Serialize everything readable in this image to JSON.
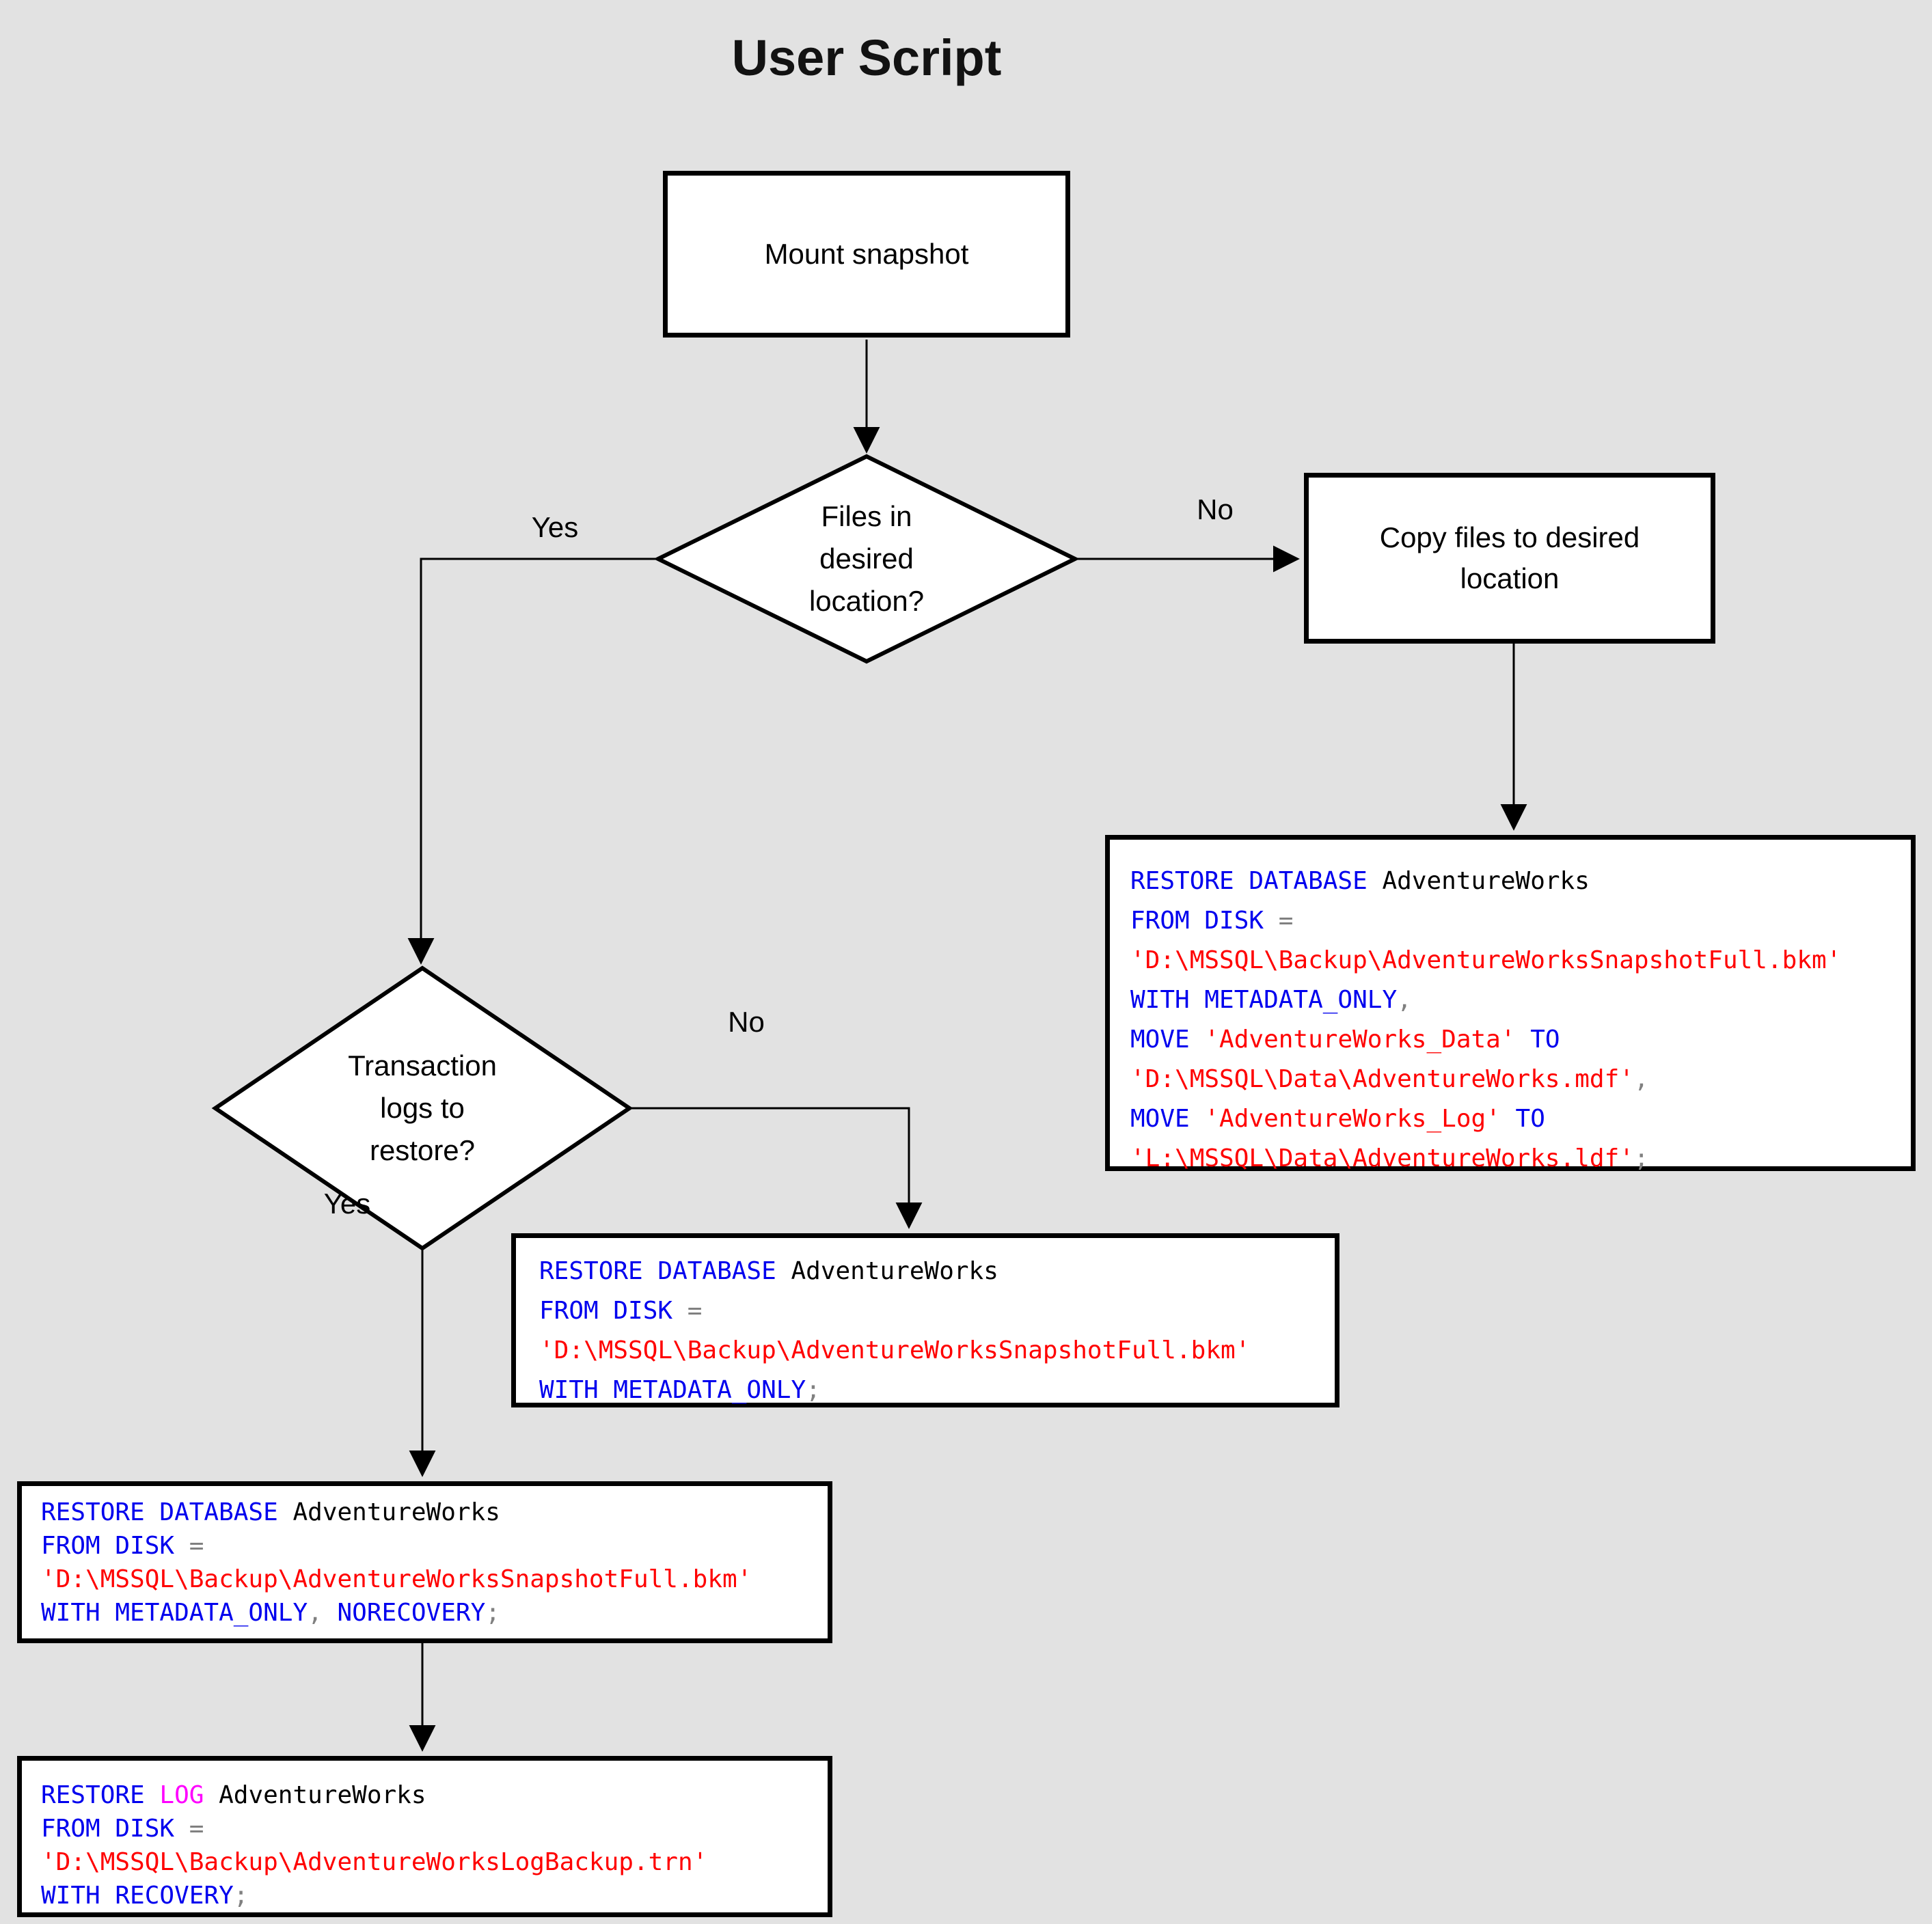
{
  "title": "User Script",
  "colors": {
    "background": "#e2e2e2",
    "shape_fill": "#ffffff",
    "shape_border": "#000000",
    "keyword_blue": "#0000ee",
    "string_red": "#ff0000",
    "operator_gray": "#808080",
    "identifier_black": "#000000",
    "log_magenta": "#ff00ff"
  },
  "nodes": {
    "mount": {
      "label": "Mount snapshot"
    },
    "files_decision": {
      "line1": "Files in",
      "line2": "desired",
      "line3": "location?"
    },
    "copy": {
      "line1": "Copy files to desired",
      "line2": "location"
    },
    "logs_decision": {
      "line1": "Transaction",
      "line2": "logs to",
      "line3": "restore?"
    }
  },
  "edge_labels": {
    "files_yes": "Yes",
    "files_no": "No",
    "logs_yes": "Yes",
    "logs_no": "No"
  },
  "code": {
    "copy_restore": {
      "lines": [
        [
          {
            "c": "k",
            "t": "RESTORE DATABASE "
          },
          {
            "c": "i",
            "t": "AdventureWorks"
          }
        ],
        [
          {
            "c": "k",
            "t": "FROM DISK "
          },
          {
            "c": "o",
            "t": "="
          }
        ],
        [
          {
            "c": "s",
            "t": "'D:\\MSSQL\\Backup\\AdventureWorksSnapshotFull.bkm'"
          }
        ],
        [
          {
            "c": "k",
            "t": "WITH METADATA_ONLY"
          },
          {
            "c": "o",
            "t": ","
          }
        ],
        [
          {
            "c": "k",
            "t": "MOVE "
          },
          {
            "c": "s",
            "t": "'AdventureWorks_Data'"
          },
          {
            "c": "k",
            "t": " TO"
          }
        ],
        [
          {
            "c": "s",
            "t": "'D:\\MSSQL\\Data\\AdventureWorks.mdf'"
          },
          {
            "c": "o",
            "t": ","
          }
        ],
        [
          {
            "c": "k",
            "t": "MOVE "
          },
          {
            "c": "s",
            "t": "'AdventureWorks_Log'"
          },
          {
            "c": "k",
            "t": " TO"
          }
        ],
        [
          {
            "c": "s",
            "t": "'L:\\MSSQL\\Data\\AdventureWorks.ldf'"
          },
          {
            "c": "o",
            "t": ";"
          }
        ]
      ]
    },
    "no_logs_restore": {
      "lines": [
        [
          {
            "c": "k",
            "t": "RESTORE DATABASE "
          },
          {
            "c": "i",
            "t": "AdventureWorks"
          }
        ],
        [
          {
            "c": "k",
            "t": "FROM DISK "
          },
          {
            "c": "o",
            "t": "="
          }
        ],
        [
          {
            "c": "s",
            "t": "'D:\\MSSQL\\Backup\\AdventureWorksSnapshotFull.bkm'"
          }
        ],
        [
          {
            "c": "k",
            "t": "WITH METADATA_ONLY"
          },
          {
            "c": "o",
            "t": ";"
          }
        ]
      ]
    },
    "yes_logs_restore": {
      "lines": [
        [
          {
            "c": "k",
            "t": "RESTORE DATABASE "
          },
          {
            "c": "i",
            "t": "AdventureWorks"
          }
        ],
        [
          {
            "c": "k",
            "t": "FROM DISK "
          },
          {
            "c": "o",
            "t": "="
          }
        ],
        [
          {
            "c": "s",
            "t": "'D:\\MSSQL\\Backup\\AdventureWorksSnapshotFull.bkm'"
          }
        ],
        [
          {
            "c": "k",
            "t": "WITH METADATA_ONLY"
          },
          {
            "c": "o",
            "t": ", "
          },
          {
            "c": "k",
            "t": "NORECOVERY"
          },
          {
            "c": "o",
            "t": ";"
          }
        ]
      ]
    },
    "log_restore": {
      "lines": [
        [
          {
            "c": "k",
            "t": "RESTORE "
          },
          {
            "c": "m",
            "t": "LOG "
          },
          {
            "c": "i",
            "t": "AdventureWorks"
          }
        ],
        [
          {
            "c": "k",
            "t": "FROM DISK "
          },
          {
            "c": "o",
            "t": "="
          }
        ],
        [
          {
            "c": "s",
            "t": "'D:\\MSSQL\\Backup\\AdventureWorksLogBackup.trn'"
          }
        ],
        [
          {
            "c": "k",
            "t": "WITH RECOVERY"
          },
          {
            "c": "o",
            "t": ";"
          }
        ]
      ]
    }
  }
}
